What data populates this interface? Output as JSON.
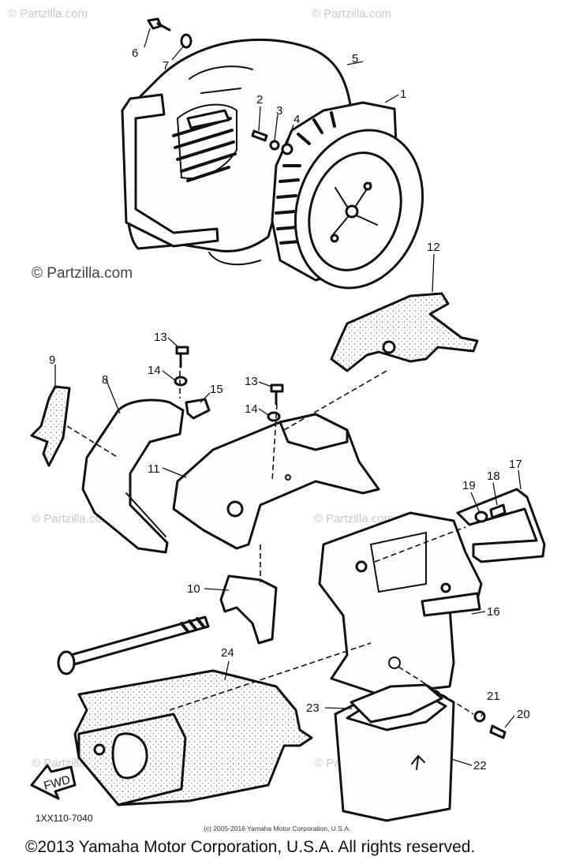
{
  "watermarks": {
    "corner": "© Partzilla.com",
    "left_strong": "© Partzilla.com",
    "faint": "© Partzilla.com"
  },
  "callouts": [
    "1",
    "2",
    "3",
    "4",
    "5",
    "6",
    "7",
    "8",
    "9",
    "10",
    "11",
    "12",
    "13",
    "14",
    "15",
    "16",
    "17",
    "18",
    "19",
    "20",
    "21",
    "22",
    "23",
    "24",
    "13",
    "14"
  ],
  "fwd_label": "FWD",
  "drawing_code": "1XX110-7040",
  "small_copyright": "(c) 2005-2016 Yamaha Motor Corporation, U.S.A.",
  "copyright": "©2013 Yamaha Motor Corporation, U.S.A. All rights reserved."
}
